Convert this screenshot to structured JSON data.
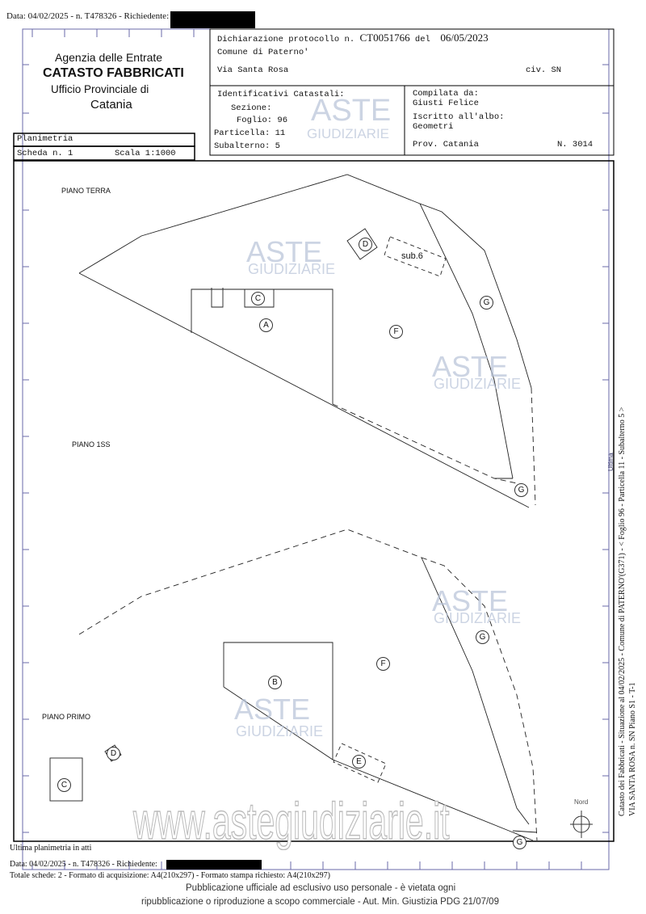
{
  "header": {
    "top_line": "Data: 04/02/2025 - n. T478326 - Richiedente:",
    "agency": "Agenzia delle Entrate",
    "catasto": "CATASTO FABBRICATI",
    "ufficio": "Ufficio Provinciale di",
    "provincia": "Catania",
    "dichiarazione": "Dichiarazione protocollo n.",
    "protocollo": "CT0051766",
    "del": "del",
    "data_prot": "06/05/2023",
    "comune": "Comune di Paterno'",
    "via": "Via Santa Rosa",
    "civ": "civ. SN",
    "identificativi": "Identificativi Catastali:",
    "sezione": "Sezione:",
    "foglio": "Foglio: 96",
    "particella": "Particella: 11",
    "subalterno": "Subalterno: 5",
    "compilata": "Compilata da:",
    "compilatore": "Giusti Felice",
    "iscritto": "Iscritto all'albo:",
    "albo": "Geometri",
    "prov": "Prov. Catania",
    "numero": "N. 3014",
    "planimetria": "Planimetria",
    "scheda": "Scheda n. 1",
    "scala": "Scala 1:1000"
  },
  "plan": {
    "piano_terra": "PIANO TERRA",
    "piano_1ss": "PIANO 1SS",
    "piano_primo": "PIANO PRIMO",
    "sub6": "sub.6",
    "nord": "Nord",
    "labels": {
      "A": "A",
      "B": "B",
      "C": "C",
      "D": "D",
      "E": "E",
      "F": "F",
      "G": "G"
    }
  },
  "side": {
    "line1": "Catasto dei Fabbricati - Situazione al 04/02/2025 - Comune di PATERNO'(G371) - < Foglio 96 - Particella 11 - Subalterno 5 >",
    "line2": "VIA SANTA ROSA n. SN Piano S1 - T-1",
    "tag": "Ultima"
  },
  "footer": {
    "ultima": "Ultima planimetria in atti",
    "data": "Data: 04/02/2025 - n. T478326 - Richiedente:",
    "totale": "Totale schede: 2 - Formato di acquisizione: A4(210x297) - Formato stampa richiesto: A4(210x297)",
    "pub1": "Pubblicazione ufficiale ad esclusivo uso personale - è vietata ogni",
    "pub2": "ripubblicazione o riproduzione a scopo commerciale - Aut. Min. Giustizia PDG 21/07/09"
  },
  "watermark": {
    "aste": "ASTE",
    "giudiziarie": "GIUDIZIARIE",
    "site": "www.astegiudiziarie.it"
  }
}
